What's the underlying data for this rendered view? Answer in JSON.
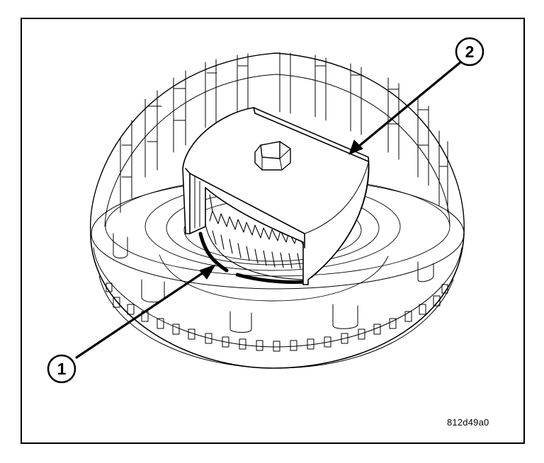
{
  "callouts": [
    {
      "number": "1"
    },
    {
      "number": "2"
    }
  ],
  "figure_id": "812d49a0",
  "colors": {
    "line": "#000000",
    "paper": "#ffffff"
  }
}
